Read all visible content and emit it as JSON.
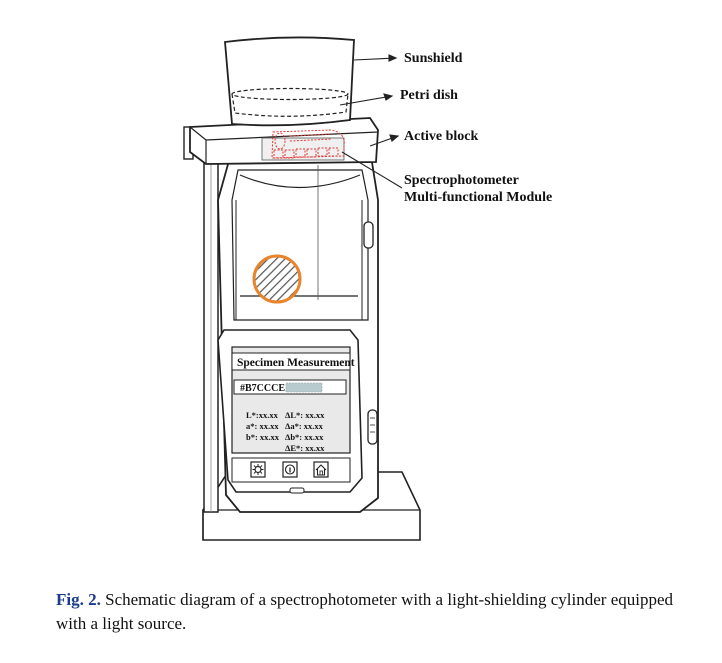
{
  "labels": {
    "sunshield": "Sunshield",
    "petri_dish": "Petri dish",
    "active_block": "Active block",
    "module_line1": "Spectrophotometer",
    "module_line2": "Multi-functional Module"
  },
  "screen": {
    "title": "Specimen Measurement",
    "color_code": "#B7CCCE",
    "swatch_color": "#B7CCCE",
    "values_left": [
      "L*:xx.xx",
      "a*: xx.xx",
      "b*: xx.xx"
    ],
    "values_right": [
      "ΔL*: xx.xx",
      "Δa*: xx.xx",
      "Δb*: xx.xx",
      "ΔE*: xx.xx"
    ],
    "buttons": [
      "settings-icon",
      "info-icon",
      "home-icon"
    ]
  },
  "colors": {
    "light_source": "#E8842C",
    "module_outline": "#E53935"
  },
  "caption": {
    "fig_label": "Fig. 2.",
    "text": " Schematic diagram of a spectrophotometer with a light-shielding cylinder equipped with a light source."
  }
}
